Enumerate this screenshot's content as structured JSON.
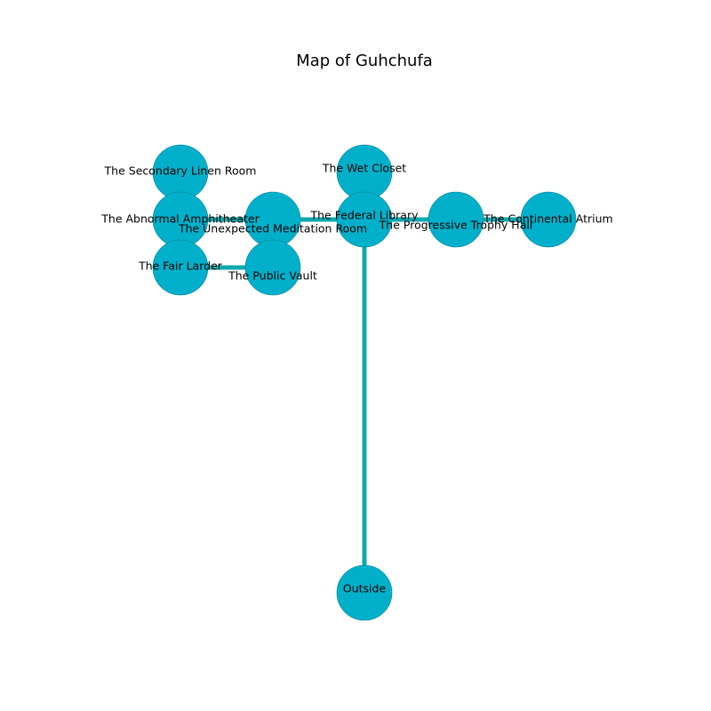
{
  "title": "Map of Guhchufa",
  "colors": {
    "node_fill": "#00b0ca",
    "node_stroke": "#0a7f8f",
    "edge": "#0aa9b0"
  },
  "rooms": [
    {
      "id": "secondary_linen",
      "label": "The Secondary Linen Room"
    },
    {
      "id": "wet_closet",
      "label": "The Wet Closet"
    },
    {
      "id": "abnormal_amph",
      "label": "The Abnormal Amphitheater"
    },
    {
      "id": "unexpected_med",
      "label": "The Unexpected Meditation Room"
    },
    {
      "id": "federal_library",
      "label": "The Federal Library"
    },
    {
      "id": "progressive_trophy",
      "label": "The Progressive Trophy Hall"
    },
    {
      "id": "continental_atrium",
      "label": "The Continental Atrium"
    },
    {
      "id": "fair_larder",
      "label": "The Fair Larder"
    },
    {
      "id": "public_vault",
      "label": "The Public Vault"
    },
    {
      "id": "outside",
      "label": "Outside"
    }
  ],
  "connections": [
    [
      "abnormal_amph",
      "unexpected_med"
    ],
    [
      "unexpected_med",
      "federal_library"
    ],
    [
      "federal_library",
      "progressive_trophy"
    ],
    [
      "progressive_trophy",
      "continental_atrium"
    ],
    [
      "fair_larder",
      "public_vault"
    ],
    [
      "federal_library",
      "outside"
    ]
  ]
}
